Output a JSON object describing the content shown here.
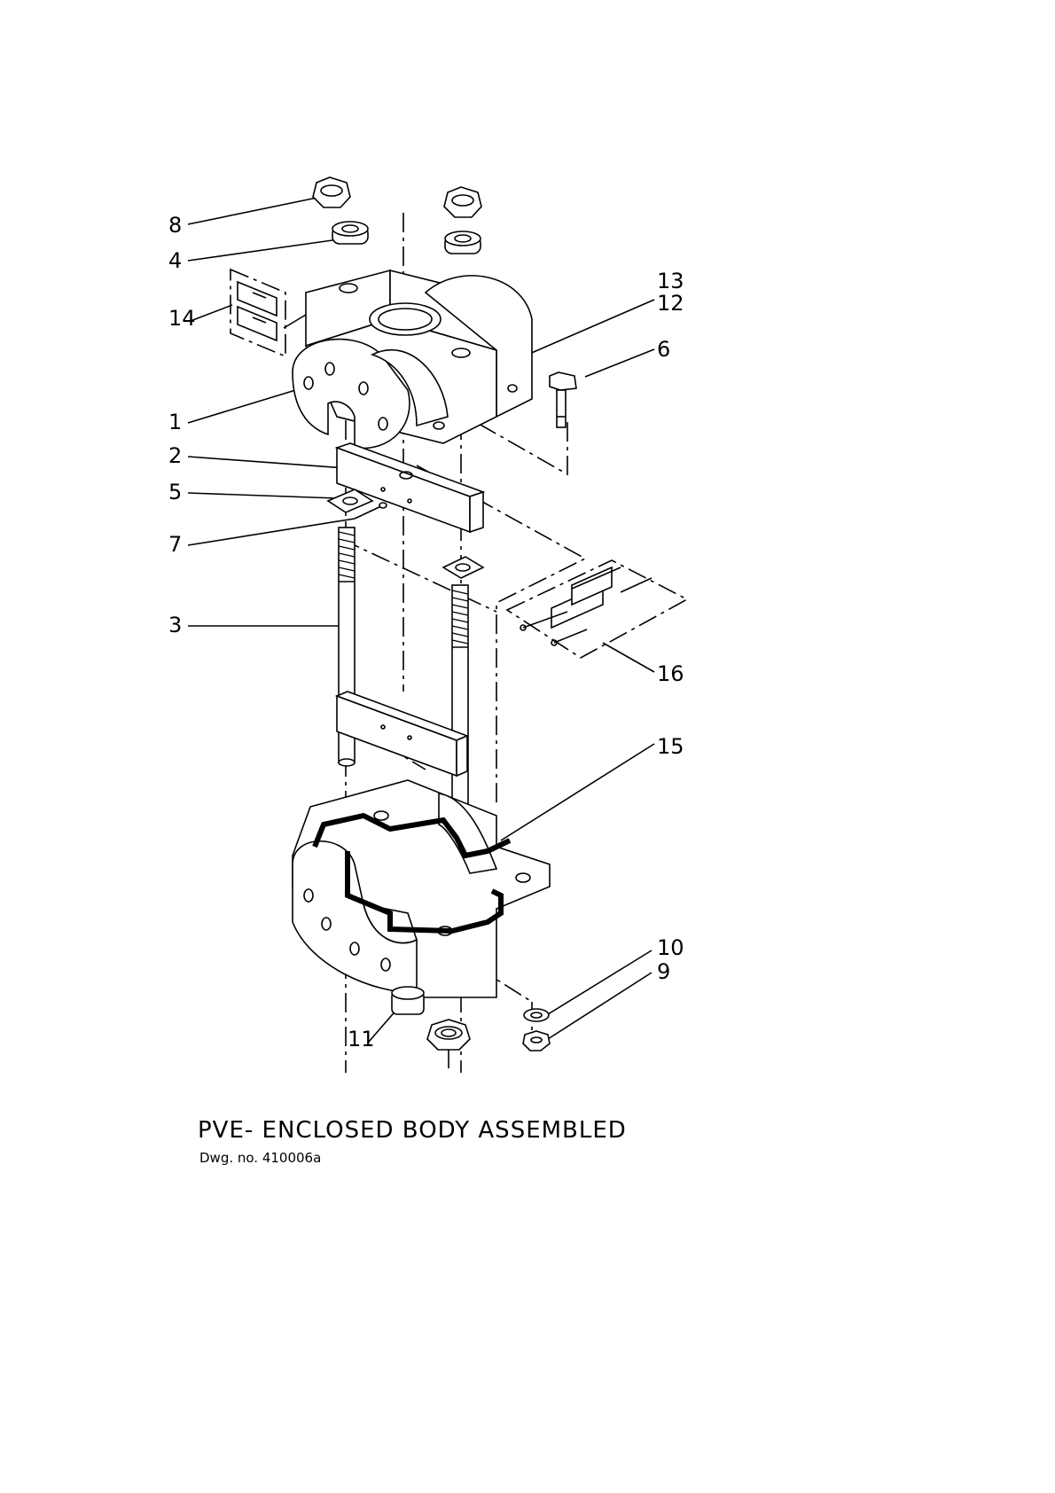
{
  "callouts": [
    {
      "id": "8",
      "label": "8"
    },
    {
      "id": "4",
      "label": "4"
    },
    {
      "id": "14",
      "label": "14"
    },
    {
      "id": "13",
      "label": "13"
    },
    {
      "id": "12",
      "label": "12"
    },
    {
      "id": "6",
      "label": "6"
    },
    {
      "id": "1",
      "label": "1"
    },
    {
      "id": "2",
      "label": "2"
    },
    {
      "id": "5",
      "label": "5"
    },
    {
      "id": "7",
      "label": "7"
    },
    {
      "id": "3",
      "label": "3"
    },
    {
      "id": "16",
      "label": "16"
    },
    {
      "id": "15",
      "label": "15"
    },
    {
      "id": "10",
      "label": "10"
    },
    {
      "id": "9",
      "label": "9"
    },
    {
      "id": "11",
      "label": "11"
    }
  ],
  "title": "PVE- ENCLOSED BODY ASSEMBLED",
  "drawing_number": "Dwg. no.  410006a"
}
